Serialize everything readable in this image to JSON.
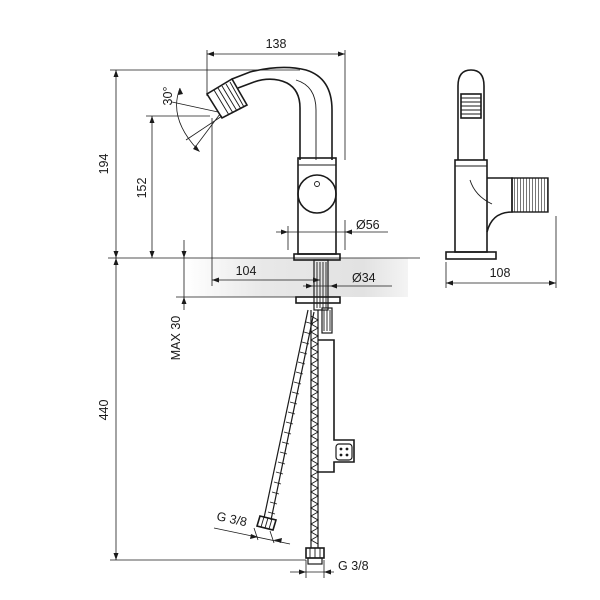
{
  "dimensions": {
    "width_total": "138",
    "height_total": "194",
    "height_spout": "152",
    "angle": "30°",
    "body_diameter": "Ø56",
    "reach": "104",
    "hole_diameter": "Ø34",
    "max_deck": "MAX 30",
    "hose_length": "440",
    "hose_thread_left": "G 3/8",
    "hose_thread_bottom": "G 3/8",
    "side_depth": "108"
  },
  "colors": {
    "line": "#1a1a1a",
    "deck_band": "#e6e6e6"
  }
}
